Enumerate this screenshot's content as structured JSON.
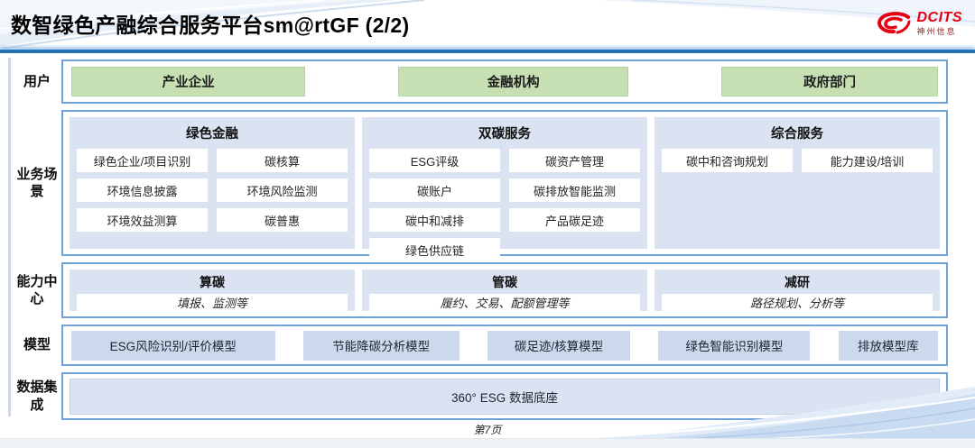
{
  "header": {
    "title": "数智绿色产融综合服务平台sm@rtGF (2/2)",
    "logo": {
      "brand": "DCITS",
      "caption": "神州信息"
    }
  },
  "labels": {
    "users": "用户",
    "scenarios": "业务场景",
    "capabilities": "能力中心",
    "models": "模型",
    "data": "数据集成"
  },
  "users": [
    "产业企业",
    "金融机构",
    "政府部门"
  ],
  "scenarios": {
    "panels": [
      {
        "title": "绿色金融",
        "items": [
          "绿色企业/项目识别",
          "碳核算",
          "环境信息披露",
          "环境风险监测",
          "环境效益测算",
          "碳普惠"
        ]
      },
      {
        "title": "双碳服务",
        "items": [
          "ESG评级",
          "碳资产管理",
          "碳账户",
          "碳排放智能监测",
          "碳中和减排",
          "产品碳足迹",
          "绿色供应链"
        ]
      },
      {
        "title": "综合服务",
        "items": [
          "碳中和咨询规划",
          "能力建设/培训"
        ]
      }
    ]
  },
  "capabilities": [
    {
      "title": "算碳",
      "desc": "填报、监测等"
    },
    {
      "title": "管碳",
      "desc": "履约、交易、配额管理等"
    },
    {
      "title": "减研",
      "desc": "路径规划、分析等"
    }
  ],
  "models": [
    "ESG风险识别/评价模型",
    "节能降碳分析模型",
    "碳足迹/核算模型",
    "绿色智能识别模型",
    "排放模型库"
  ],
  "data_integration": "360° ESG 数据底座",
  "footer": {
    "page": "第7页"
  },
  "colors": {
    "accent_blue": "#2272b6",
    "border_blue": "#6fa3d8",
    "panel_fill": "#dbe3f3",
    "model_fill": "#ccd9ed",
    "green_fill": "#c6e0b4",
    "logo_red": "#e60012"
  }
}
